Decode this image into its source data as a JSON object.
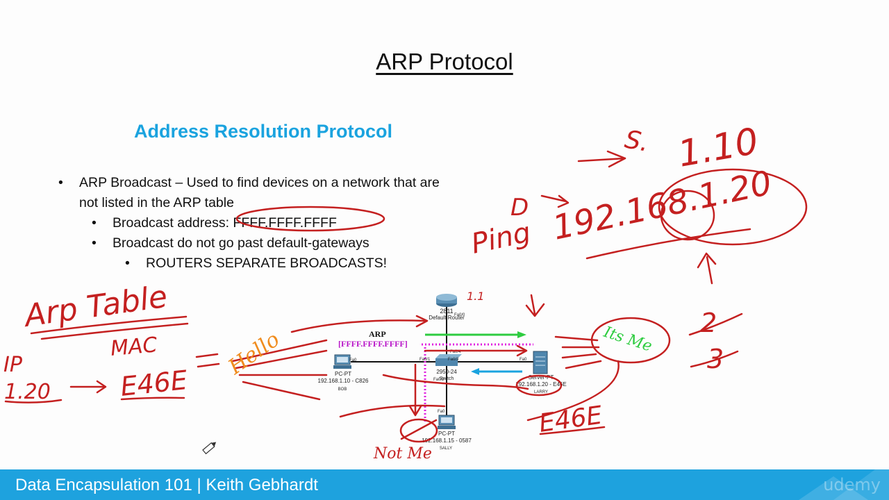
{
  "slide": {
    "title": "ARP Protocol",
    "subtitle": "Address Resolution Protocol",
    "bullets": [
      {
        "level": 1,
        "text": "ARP Broadcast – Used to find devices on a network that are"
      },
      {
        "level": 1,
        "text": "not listed in the ARP table",
        "continuation": true
      },
      {
        "level": 2,
        "text": "Broadcast address: FFFF.FFFF.FFFF"
      },
      {
        "level": 2,
        "text": "Broadcast do not go past default-gateways"
      },
      {
        "level": 3,
        "text": "ROUTERS SEPARATE BROADCASTS!"
      }
    ]
  },
  "network": {
    "router": {
      "model": "2811",
      "name": "Default Router",
      "port": "Fa0/0"
    },
    "switch": {
      "model": "2950-24",
      "name": "Switch",
      "ports": [
        "Fa0/1",
        "Fa0/3",
        "Fa0/2",
        "Fa0/4"
      ]
    },
    "pc_bob": {
      "type": "PC-PT",
      "info": "192.168.1.10 - C826",
      "name": "BOB",
      "port": "Fa0"
    },
    "server_larry": {
      "type": "Server-PT",
      "info": "192.168.1.20 - E46E",
      "name": "LARRY",
      "port": "Fa0"
    },
    "pc_sally": {
      "type": "PC-PT",
      "info": "192.168.1.15 - 0587",
      "name": "SALLY",
      "port": "Fa0"
    },
    "arp_label": "ARP",
    "arp_frame": "[FFFF.FFFF.FFFF]"
  },
  "annotations": {
    "arp_table": "Arp Table",
    "ip": "IP",
    "mac": "MAC",
    "entry_ip": "1.20",
    "entry_mac": "E46E",
    "hello": "Hello",
    "its_me": "Its Me",
    "not_me": "Not Me",
    "e46e": "E46E",
    "ping": "Ping",
    "ping_target": "192.168.1.20",
    "d_mark": "D",
    "s_mark": "S.",
    "source": "1.10",
    "num_2": "2",
    "num_3": "3",
    "router_note": "1.1"
  },
  "footer": {
    "text": "Data Encapsulation 101 | Keith Gebhardt",
    "logo": "udemy"
  },
  "colors": {
    "accent_blue": "#1aa3df",
    "footer_blue": "#1ea2de",
    "ink_red": "#c42020",
    "ink_orange": "#f08c1e",
    "ink_green": "#2ecc40",
    "ink_magenta": "#e01ee0"
  }
}
